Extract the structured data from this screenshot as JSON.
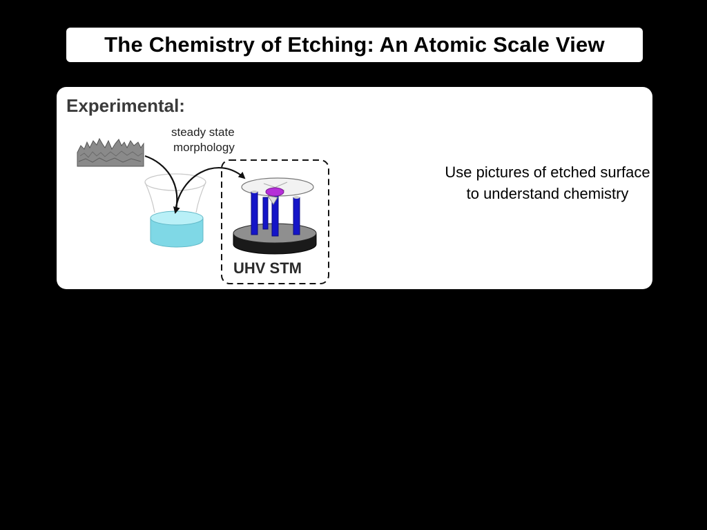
{
  "slide": {
    "title": "The Chemistry of Etching: An Atomic Scale View"
  },
  "panel": {
    "heading": "Experimental:",
    "label_line1": "steady state",
    "label_line2": "morphology",
    "stm_label": "UHV STM",
    "caption_line1": "Use pictures of etched surface",
    "caption_line2": "to understand chemistry"
  },
  "colors": {
    "background": "#000000",
    "etch_bath": "#7fd8e6",
    "stm_tubes": "#1515c8",
    "tip_sample": "#b52fd8"
  }
}
